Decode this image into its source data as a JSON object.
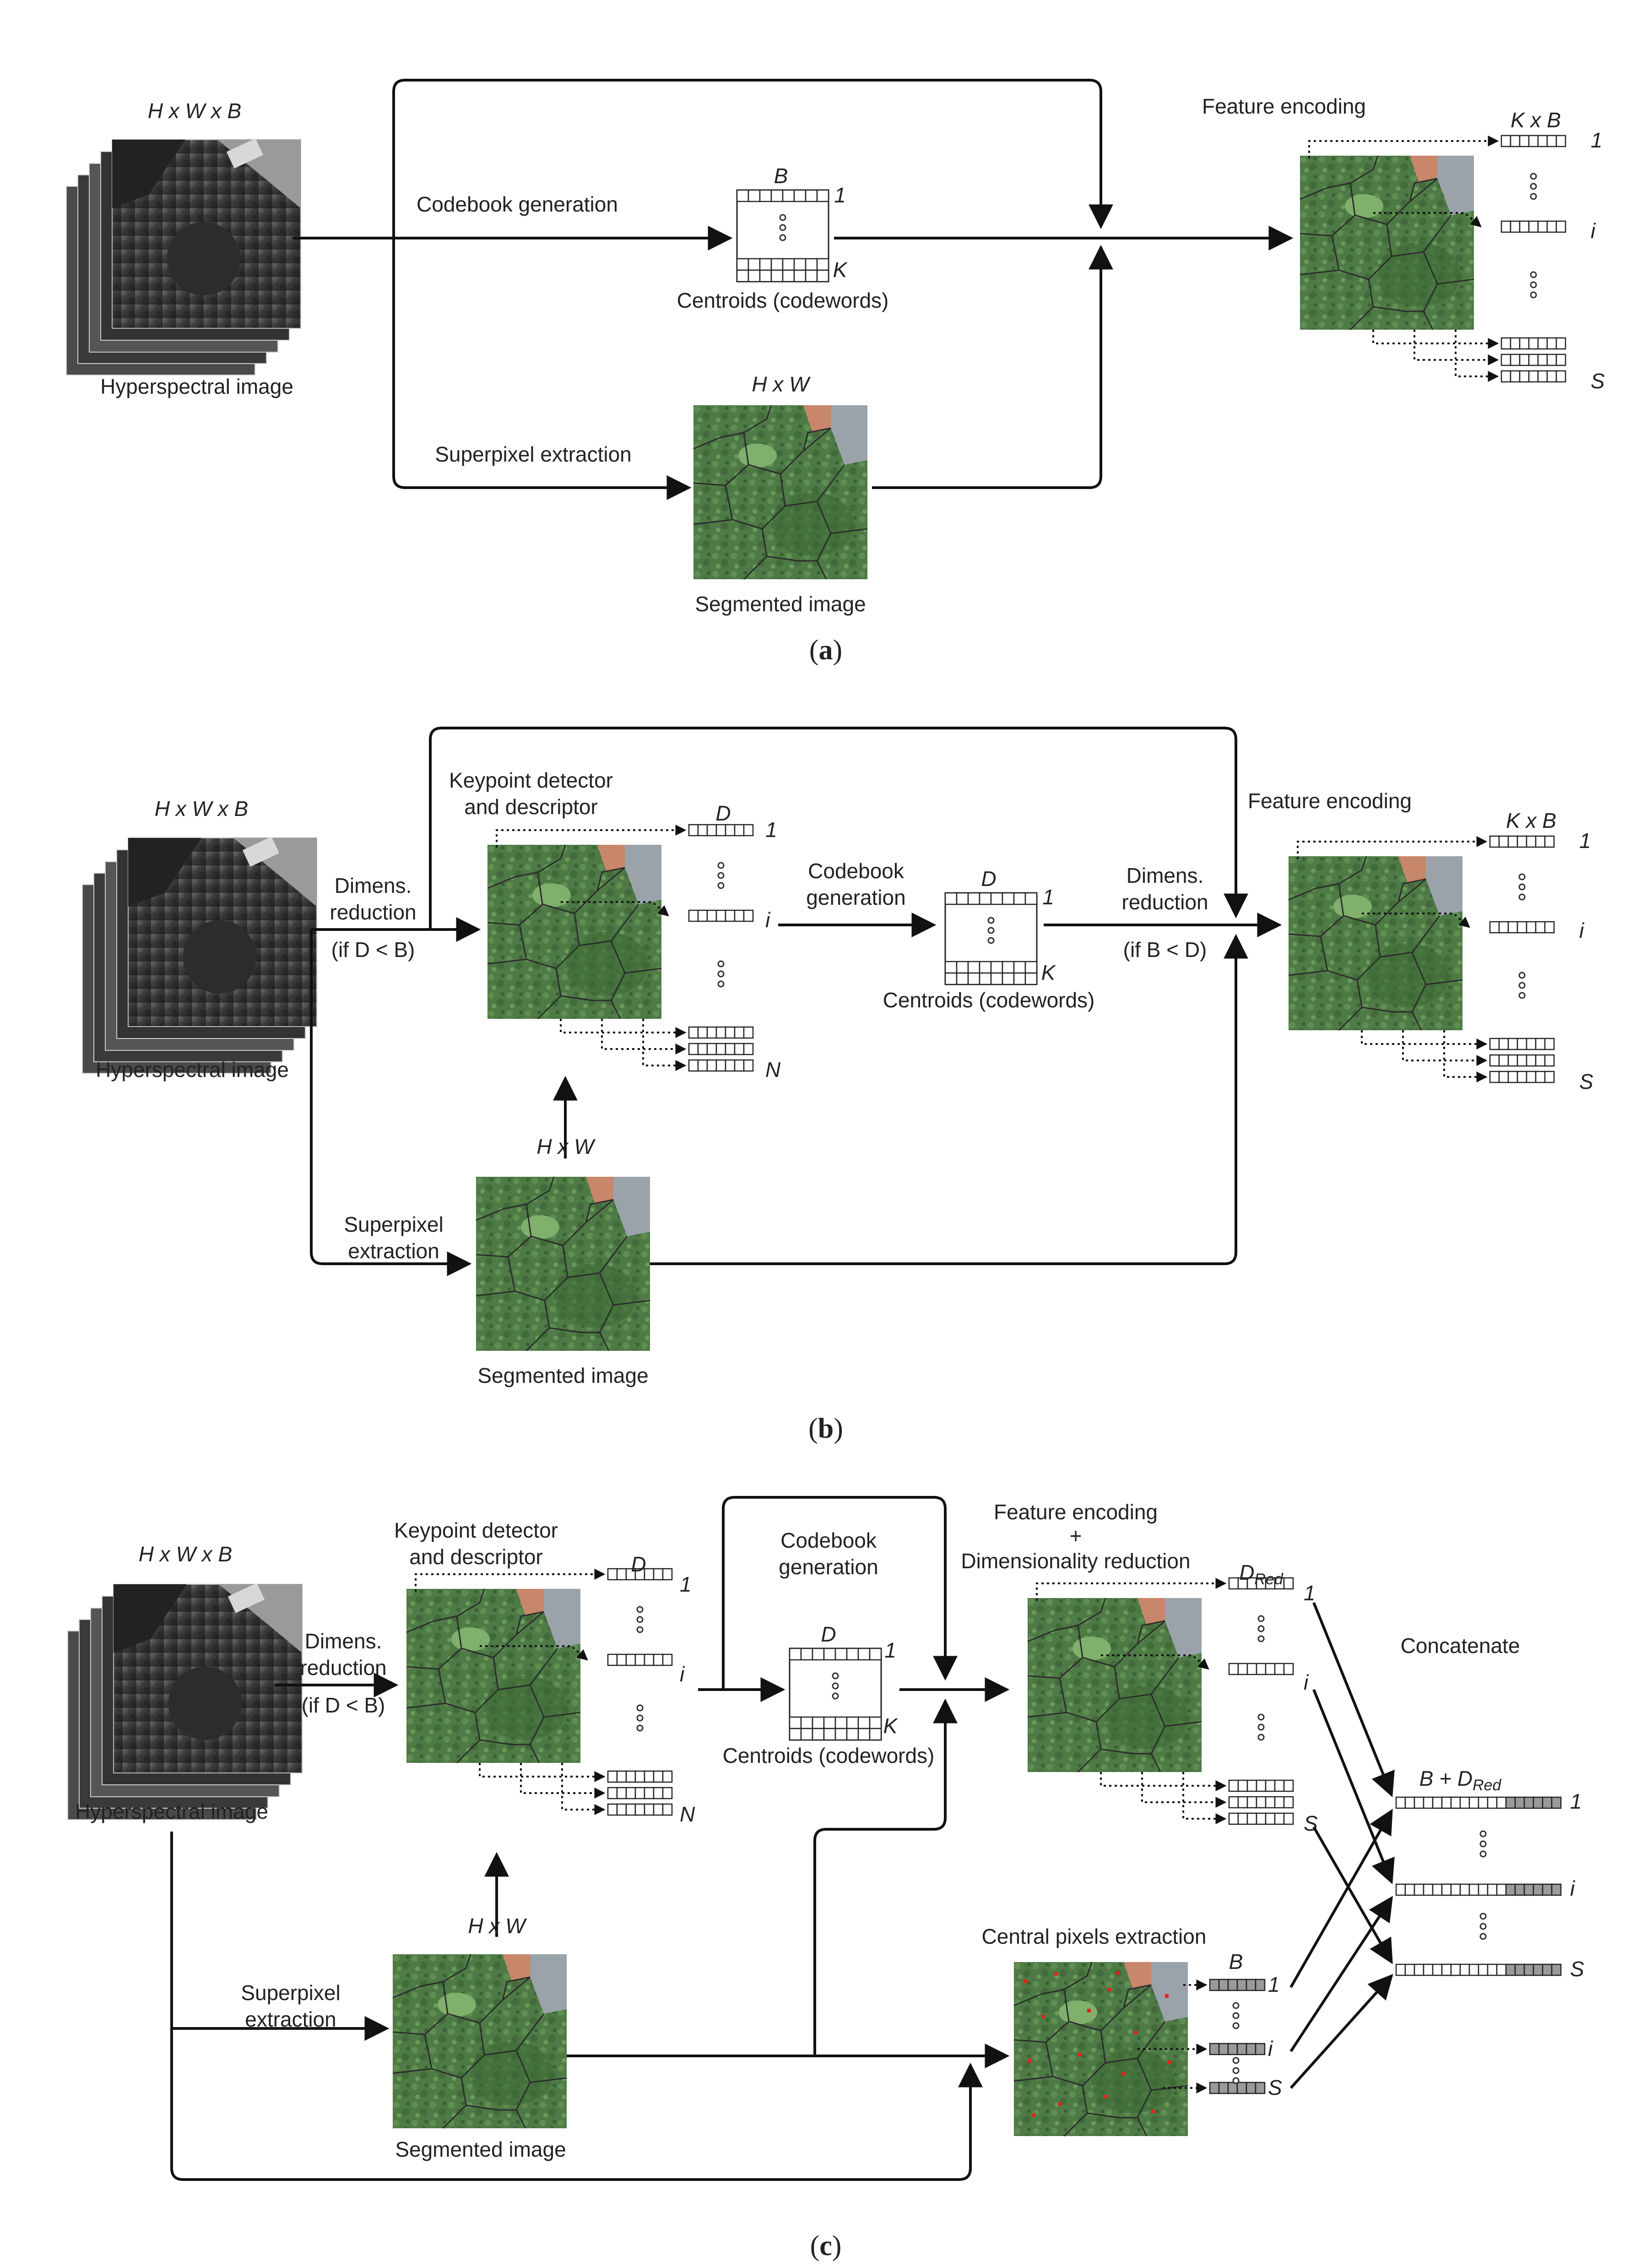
{
  "panels": [
    {
      "caption": "a",
      "labels": {
        "hsi_dims": "H x W x B",
        "hsi": "Hyperspectral image",
        "codebook": "Codebook generation",
        "centroids": "Centroids (codewords)",
        "cb_top": "B",
        "cb_one": "1",
        "cb_k": "K",
        "superpixel": "Superpixel extraction",
        "seg_dims": "H x W",
        "segmented": "Segmented image",
        "feature": "Feature encoding",
        "fe_dims": "K x B",
        "fe_one": "1",
        "fe_i": "i",
        "fe_s": "S"
      }
    },
    {
      "caption": "b",
      "labels": {
        "hsi_dims": "H x W x B",
        "hsi": "Hyperspectral image",
        "dimred1": "Dimens.",
        "dimred2": "reduction",
        "dimred_cond": "(if D < B)",
        "kp1": "Keypoint detector",
        "kp2": "and descriptor",
        "kp_top": "D",
        "kp_one": "1",
        "kp_i": "i",
        "kp_n": "N",
        "cbgen1": "Codebook",
        "cbgen2": "generation",
        "cb_top": "D",
        "cb_one": "1",
        "cb_k": "K",
        "centroids": "Centroids (codewords)",
        "dimred3": "Dimens.",
        "dimred4": "reduction",
        "dimred_cond2": "(if B < D)",
        "feature": "Feature encoding",
        "fe_dims": "K x B",
        "fe_one": "1",
        "fe_i": "i",
        "fe_s": "S",
        "seg_dims": "H x W",
        "sp1": "Superpixel",
        "sp2": "extraction",
        "segmented": "Segmented image"
      }
    },
    {
      "caption": "c",
      "labels": {
        "hsi_dims": "H x W x B",
        "hsi": "Hyperspectral image",
        "dimred1": "Dimens.",
        "dimred2": "reduction",
        "dimred_cond": "(if D < B)",
        "kp1": "Keypoint detector",
        "kp2": "and descriptor",
        "kp_top": "D",
        "kp_one": "1",
        "kp_i": "i",
        "kp_n": "N",
        "cbgen1": "Codebook",
        "cbgen2": "generation",
        "cb_top": "D",
        "cb_one": "1",
        "cb_k": "K",
        "centroids": "Centroids (codewords)",
        "fe1": "Feature encoding",
        "fe2": "+",
        "fe3": "Dimensionality reduction",
        "dred_main": "D",
        "dred_sub": "Red",
        "fe_one": "1",
        "fe_i": "i",
        "fe_s": "S",
        "concat": "Concatenate",
        "cat_main": "B + D",
        "cat_sub": "Red",
        "cat_one": "1",
        "cat_i": "i",
        "cat_s": "S",
        "seg_dims": "H x W",
        "sp1": "Superpixel",
        "sp2": "extraction",
        "segmented": "Segmented image",
        "central": "Central pixels extraction",
        "cp_top": "B",
        "cp_one": "1",
        "cp_i": "i",
        "cp_s": "S"
      }
    }
  ],
  "colors": {
    "vegetation": "#4e7a45",
    "roof": "#c8866a",
    "road": "#9aa2aa",
    "gray_vector": "#9a9a9a",
    "center_dot": "#e0261c"
  }
}
